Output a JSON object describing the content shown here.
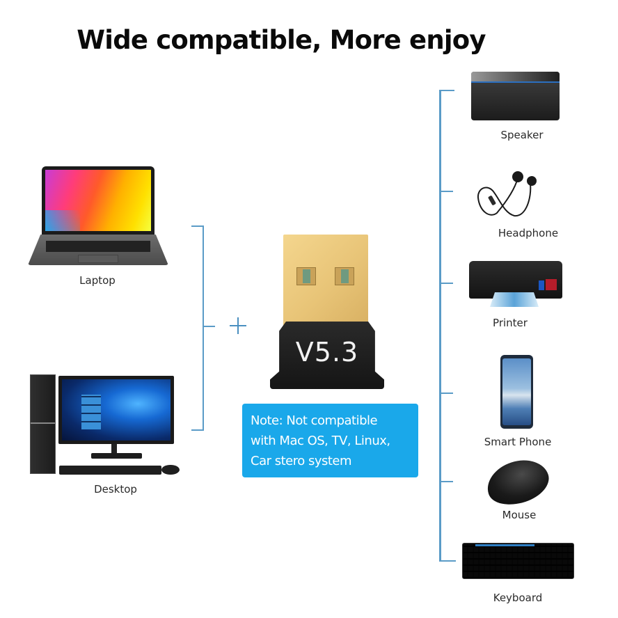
{
  "title": "Wide compatible, More enjoy",
  "adapter": {
    "version_label": "V5.3",
    "icon": "usb-bluetooth-adapter"
  },
  "connector_symbol": "+",
  "note": {
    "lines": [
      "Note: Not compatible",
      "with Mac OS, TV, Linux,",
      "Car stero system"
    ],
    "background_color": "#1aa8ea",
    "text_color": "#ffffff"
  },
  "left_devices": [
    {
      "label": "Laptop",
      "icon": "laptop-icon"
    },
    {
      "label": "Desktop",
      "icon": "desktop-computer-icon"
    }
  ],
  "right_devices": [
    {
      "label": "Speaker",
      "icon": "speaker-icon"
    },
    {
      "label": "Headphone",
      "icon": "headphone-icon"
    },
    {
      "label": "Printer",
      "icon": "printer-icon"
    },
    {
      "label": "Smart Phone",
      "icon": "smartphone-icon"
    },
    {
      "label": "Mouse",
      "icon": "mouse-icon"
    },
    {
      "label": "Keyboard",
      "icon": "keyboard-icon"
    }
  ],
  "colors": {
    "connector_line": "#5a9bc7",
    "title_text": "#0a0a0a"
  }
}
